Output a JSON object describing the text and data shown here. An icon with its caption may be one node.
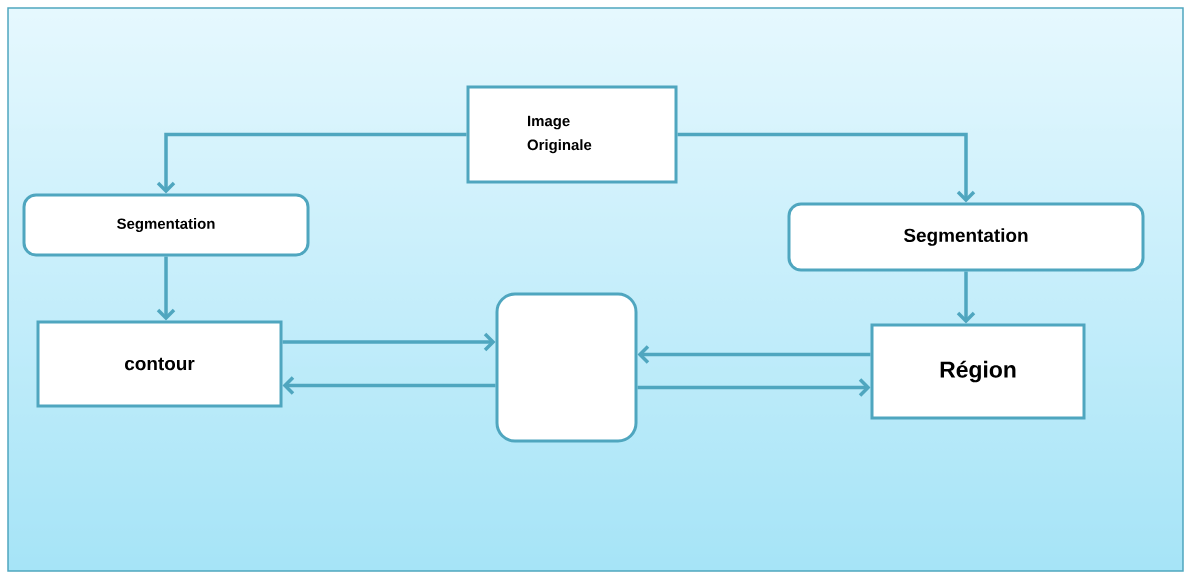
{
  "diagram": {
    "nodes": [
      {
        "text": [
          "Image Originale"
        ]
      },
      {
        "text": [
          "Segmentation"
        ]
      },
      {
        "text": [
          "Segmentation"
        ]
      },
      {
        "text": [
          "contour"
        ]
      },
      {
        "text": [],
        "shape": "box"
      },
      {
        "text": [
          "Région"
        ]
      }
    ],
    "edges": [
      {
        "from": 0,
        "to": 1,
        "arrow": "to"
      },
      {
        "from": 0,
        "to": 2,
        "arrow": "to"
      },
      {
        "from": 1,
        "to": 3,
        "arrow": "to"
      },
      {
        "from": 2,
        "to": 5,
        "arrow": "to"
      },
      {
        "from": 3,
        "to": 4,
        "arrow": "to"
      },
      {
        "from": 4,
        "to": 3,
        "arrow": "to"
      },
      {
        "from": 5,
        "to": 4,
        "arrow": "to"
      },
      {
        "from": 4,
        "to": 5,
        "arrow": "to"
      }
    ]
  }
}
